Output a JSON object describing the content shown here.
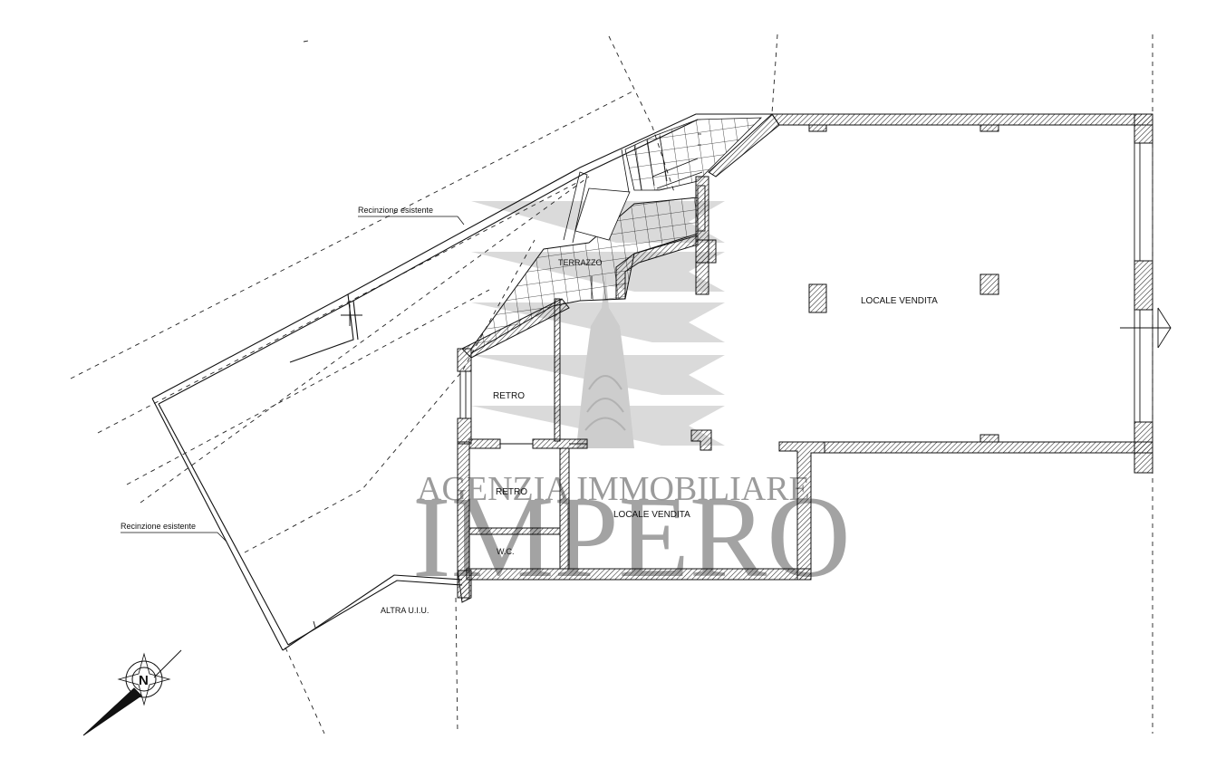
{
  "plan": {
    "labels": {
      "terrazzo": "TERRAZZO",
      "locale_vendita_main": "LOCALE VENDITA",
      "locale_vendita_lower": "LOCALE VENDITA",
      "retro_upper": "RETRO",
      "retro_lower": "RETRO",
      "wc": "W.C.",
      "altra_uiu": "ALTRA U.I.U.",
      "recinzione_upper": "Recinzione esistente",
      "recinzione_lower": "Recinzione esistente"
    },
    "compass": {
      "letter": "N"
    }
  },
  "watermark": {
    "line1": "AGENZIA IMMOBILIARE",
    "line2": "IMPERO"
  },
  "colors": {
    "ink": "#111111",
    "watermark": "#8f8f8f",
    "hatch": "#222222"
  }
}
